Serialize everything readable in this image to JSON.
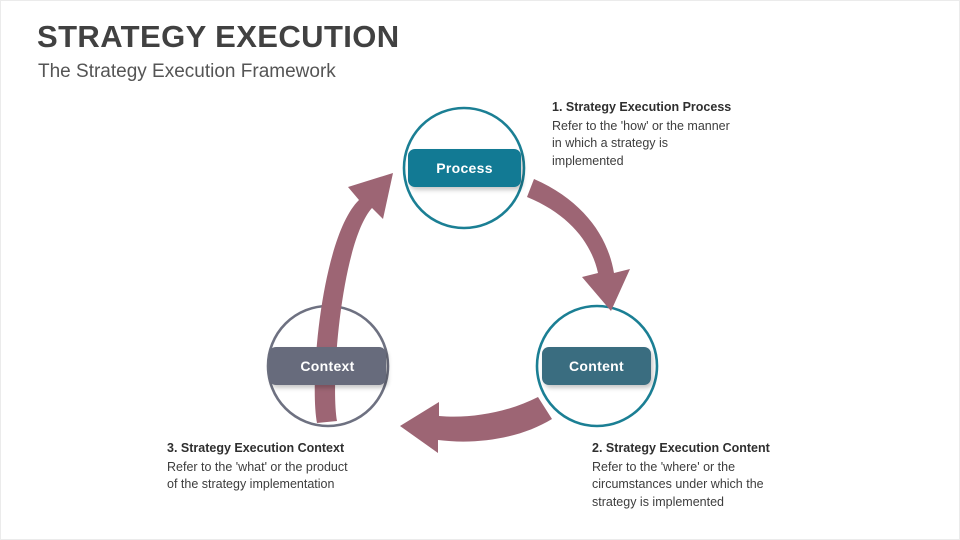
{
  "header": {
    "title": "STRATEGY EXECUTION",
    "subtitle": "The Strategy Execution Framework"
  },
  "colors": {
    "process_teal": "#127a94",
    "content_slate": "#3a6d80",
    "context_gray": "#676b7c",
    "arrow_mauve": "#9d6574",
    "ring_teal": "#1b7f94",
    "ring_gray": "#6e7181",
    "title_gray": "#414141",
    "background": "#ffffff"
  },
  "diagram": {
    "type": "cycle",
    "direction": "clockwise",
    "nodes": [
      {
        "id": "process",
        "label": "Process",
        "ring_color": "#1b7f94",
        "pill_color": "#127a94"
      },
      {
        "id": "content",
        "label": "Content",
        "ring_color": "#1b7f94",
        "pill_color": "#3a6d80"
      },
      {
        "id": "context",
        "label": "Context",
        "ring_color": "#6e7181",
        "pill_color": "#676b7c"
      }
    ],
    "arrows": [
      {
        "id": "process-to-content",
        "from": "process",
        "to": "content",
        "color": "#9d6574"
      },
      {
        "id": "content-to-context",
        "from": "content",
        "to": "context",
        "color": "#9d6574"
      },
      {
        "id": "context-to-process",
        "from": "context",
        "to": "process",
        "color": "#9d6574"
      }
    ]
  },
  "annotations": [
    {
      "id": "annotation-1",
      "heading": "1. Strategy Execution Process",
      "body": "Refer to the 'how' or the manner in which a strategy is implemented"
    },
    {
      "id": "annotation-2",
      "heading": "2. Strategy Execution Content",
      "body": "Refer to the 'where' or the circumstances under which the strategy is implemented"
    },
    {
      "id": "annotation-3",
      "heading": "3. Strategy Execution Context",
      "body": "Refer to the 'what' or the product of the strategy implementation"
    }
  ]
}
